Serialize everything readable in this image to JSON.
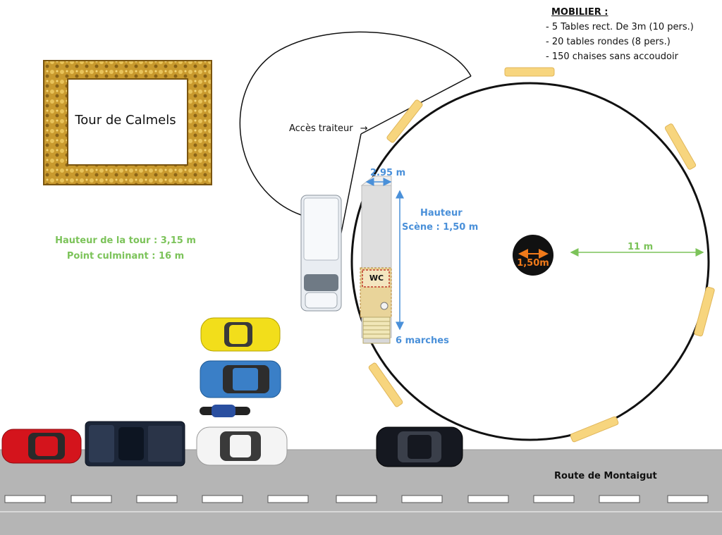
{
  "frame": {
    "label": "Tour de Calmels"
  },
  "tower_info": {
    "height_line": "Hauteur de la tour : 3,15 m",
    "peak_line": "Point culminant : 16 m"
  },
  "mobilier": {
    "title": "MOBILIER :",
    "items": [
      "- 5 Tables rect. De 3m (10 pers.)",
      "- 20 tables rondes (8 pers.)",
      "- 150 chaises sans accoudoir"
    ]
  },
  "acces": {
    "label": "Accès traiteur",
    "arrow": "→"
  },
  "stage": {
    "width_label": "2.95 m",
    "height_title": "Hauteur",
    "height_value": "Scène : 1,50 m",
    "steps_label": "6 marches",
    "wc_label": "WC"
  },
  "tent": {
    "radius_label": "11 m",
    "pole_label": "1,50m"
  },
  "road": {
    "label": "Route de Montaigut"
  },
  "colors": {
    "green": "#7cc35a",
    "blue": "#4a90d9",
    "orange": "#f07a1a",
    "road": "#b5b5b5",
    "table": "#f7d57e",
    "gold": "#c99a2e"
  }
}
